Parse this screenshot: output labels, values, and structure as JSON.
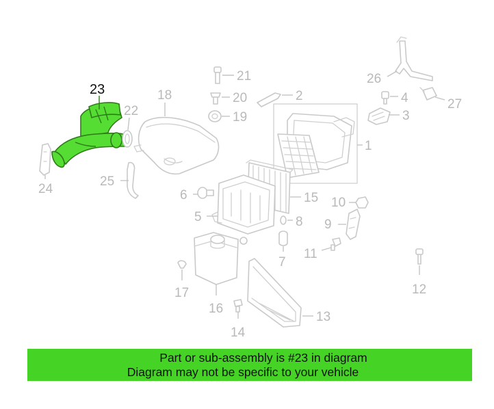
{
  "diagram": {
    "highlighted_part": "23",
    "labels": {
      "p1": "1",
      "p2": "2",
      "p3": "3",
      "p4": "4",
      "p5": "5",
      "p6": "6",
      "p7": "7",
      "p8": "8",
      "p9": "9",
      "p10": "10",
      "p11": "11",
      "p12": "12",
      "p13": "13",
      "p14": "14",
      "p15": "15",
      "p16": "16",
      "p17": "17",
      "p18": "18",
      "p19": "19",
      "p20": "20",
      "p21": "21",
      "p22": "22",
      "p23": "23",
      "p24": "24",
      "p25": "25",
      "p26": "26",
      "p27": "27"
    },
    "colors": {
      "highlight": "#55dd33",
      "banner": "#45d426",
      "part_line": "#c9c9c9",
      "label_gray": "#b9b9b9"
    }
  },
  "banner": {
    "line1": "Part or sub-assembly is #23 in diagram",
    "line2": "Diagram may not be specific to your vehicle"
  }
}
